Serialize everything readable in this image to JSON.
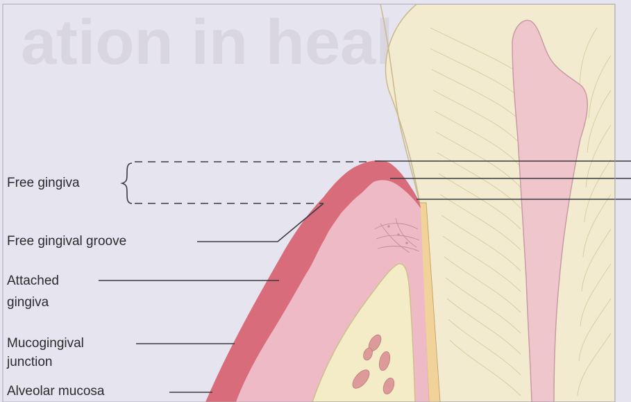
{
  "diagram": {
    "labels": {
      "free_gingiva": "Free gingiva",
      "free_gingival_groove": "Free gingival groove",
      "attached_gingiva_line1": "Attached",
      "attached_gingiva_line2": "gingiva",
      "mucogingival_junction_line1": "Mucogingival",
      "mucogingival_junction_line2": "junction",
      "alveolar_mucosa": "Alveolar mucosa"
    },
    "watermark_text": "ation in health",
    "colors": {
      "background": "#e6e4ee",
      "gingiva_epithelium": "#d86a78",
      "connective_tissue": "#eeb8c4",
      "tooth_enamel_dentin": "#f2e8c8",
      "pulp": "#f0c4cc",
      "bone": "#f2ecc8",
      "leader_line": "#3a3a40"
    }
  }
}
